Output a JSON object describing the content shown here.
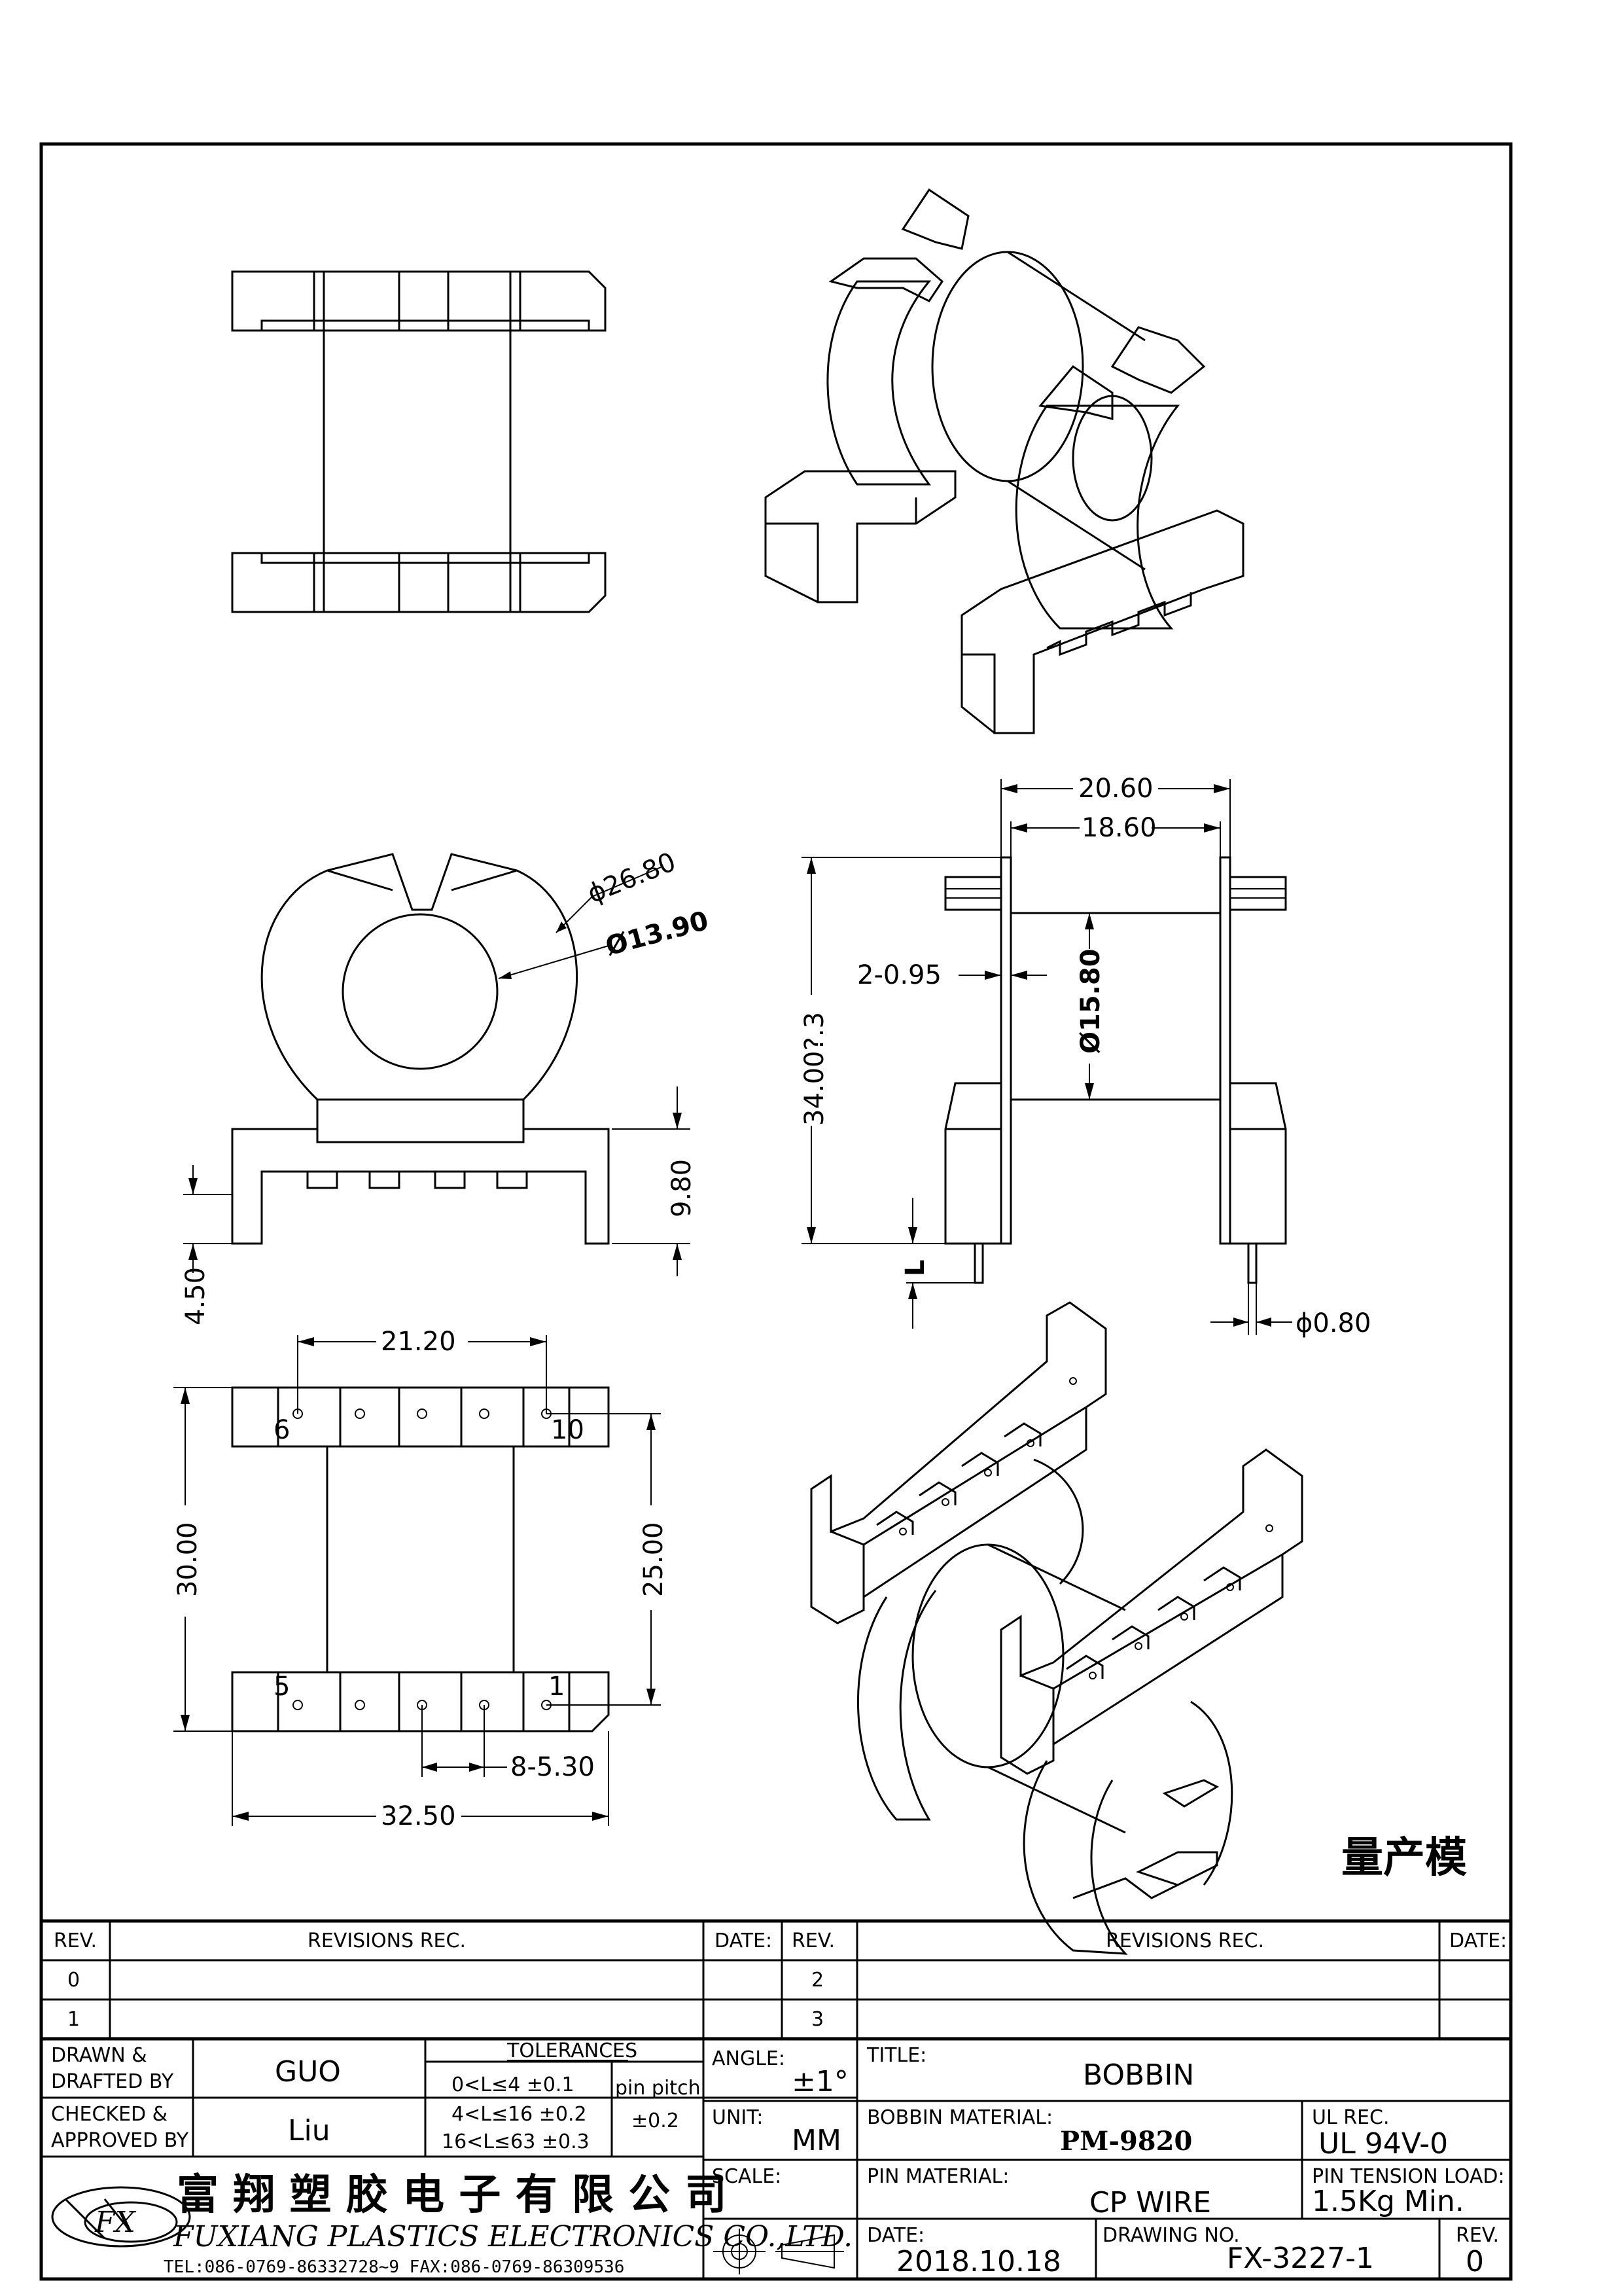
{
  "dimensions": {
    "flange_width": "20.60",
    "inner_width": "18.60",
    "outer_diameter": "ϕ26.80",
    "inner_diameter": "Ø13.90",
    "core_diameter": "Ø15.80",
    "wall": "2-0.95",
    "height_total": "34.00?.3",
    "height_base": "9.80",
    "pin_offset": "4.50",
    "pin_length": "L",
    "pin_diameter": "ϕ0.80",
    "pin_span": "21.20",
    "row_spacing": "30.00",
    "pin_row_distance": "25.00",
    "pin_pitch_dim": "8-5.30",
    "base_width": "32.50"
  },
  "pins": {
    "top_left": "6",
    "top_right": "10",
    "bottom_left": "5",
    "bottom_right": "1"
  },
  "stamp": "量产模",
  "revisions": {
    "left_header": {
      "rev": "REV.",
      "rec": "REVISIONS   REC.",
      "date": "DATE:"
    },
    "right_header": {
      "rev": "REV.",
      "rec": "REVISIONS   REC.",
      "date": "DATE:"
    },
    "left_rows": [
      "0",
      "1"
    ],
    "right_rows": [
      "2",
      "3"
    ]
  },
  "title_block": {
    "drawn_label_1": "DRAWN  &",
    "drawn_label_2": "DRAFTED  BY",
    "drawn_value": "GUO",
    "checked_label_1": "CHECKED  &",
    "checked_label_2": "APPROVED  BY",
    "checked_value": "Liu",
    "tolerances_label": "TOLERANCES",
    "tol_1": "0<L≤4    ±0.1",
    "tol_2": "4<L≤16  ±0.2",
    "tol_3": "16<L≤63  ±0.3",
    "pin_pitch_label": "pin  pitch",
    "pin_pitch_value": "±0.2",
    "angle_label": "ANGLE:",
    "angle_value": "±1°",
    "unit_label": "UNIT:",
    "unit_value": "MM",
    "scale_label": "SCALE:",
    "title_label": "TITLE:",
    "title_value": "BOBBIN",
    "material_label": "BOBBIN  MATERIAL:",
    "material_value": "PM-9820",
    "ul_label": "UL  REC.",
    "ul_value": "UL  94V-0",
    "pin_material_label": "PIN  MATERIAL:",
    "pin_material_value": "CP  WIRE",
    "pin_tension_label": "PIN  TENSION  LOAD:",
    "pin_tension_value": "1.5Kg  Min.",
    "date_label": "DATE:",
    "date_value": "2018.10.18",
    "drawing_no_label": "DRAWING  NO.",
    "drawing_no_value": "FX-3227-1",
    "rev_label": "REV.",
    "rev_value": "0",
    "company_cn": "富 翔 塑 胶 电 子 有 限 公 司",
    "company_en": "FUXIANG  PLASTICS  ELECTRONICS  CO.,LTD.",
    "company_contact": "TEL:086-0769-86332728~9    FAX:086-0769-86309536",
    "logo_text": "FX"
  }
}
